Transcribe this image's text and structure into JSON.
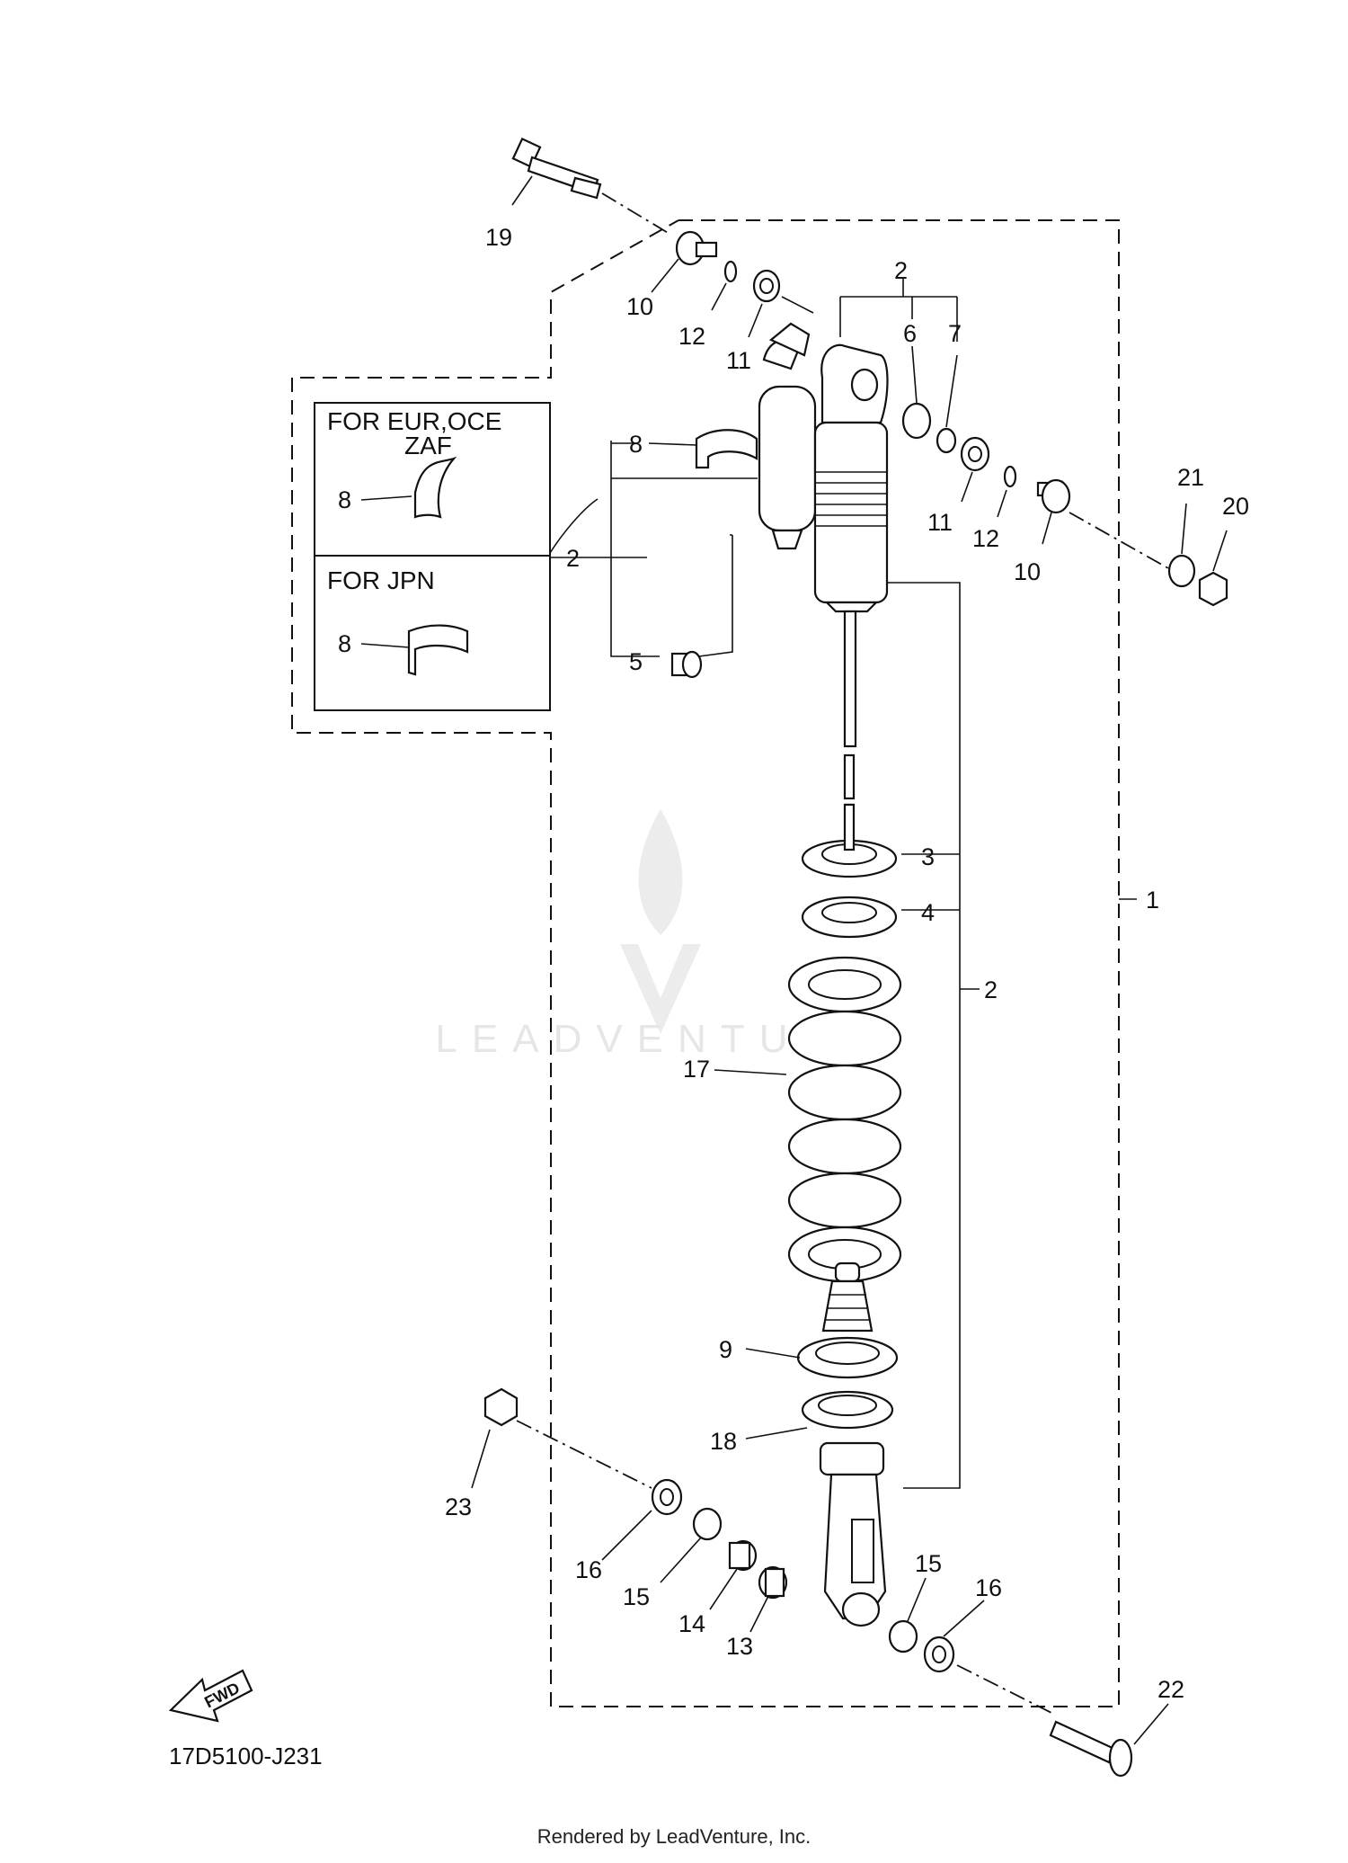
{
  "diagram": {
    "code": "17D5100-J231",
    "footer": "Rendered by LeadVenture, Inc.",
    "watermark": "LEADVENTURE",
    "fwd_label": "FWD",
    "variant_boxes": [
      {
        "id": "eur",
        "label_line1": "FOR EUR,OCE",
        "label_line2": "ZAF",
        "part": "8"
      },
      {
        "id": "jpn",
        "label": "FOR JPN",
        "part": "8"
      }
    ],
    "callouts": {
      "c1": "1",
      "c2a": "2",
      "c2b": "2",
      "c2c": "2",
      "c3": "3",
      "c4": "4",
      "c5": "5",
      "c6": "6",
      "c7": "7",
      "c8": "8",
      "c9": "9",
      "c10a": "10",
      "c10b": "10",
      "c11a": "11",
      "c11b": "11",
      "c12a": "12",
      "c12b": "12",
      "c13": "13",
      "c14": "14",
      "c15a": "15",
      "c15b": "15",
      "c16a": "16",
      "c16b": "16",
      "c17": "17",
      "c18": "18",
      "c19": "19",
      "c20": "20",
      "c21": "21",
      "c22": "22",
      "c23": "23"
    }
  }
}
